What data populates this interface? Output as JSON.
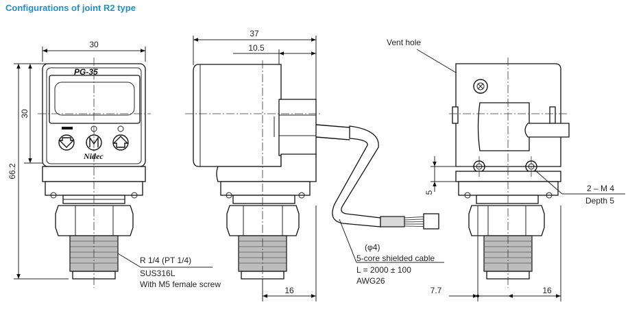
{
  "title": "Configurations of joint R2 type",
  "front_view": {
    "dim_width": "30",
    "dim_panel_height": "30",
    "dim_total_height": "66.2",
    "brand_model": "PG-35",
    "brand_logo": "Nidec",
    "thread_label": "R 1/4 (PT 1/4)",
    "material_label": "SUS316L",
    "screw_label": "With M5 female screw"
  },
  "side_view": {
    "dim_total_depth": "37",
    "dim_offset": "10.5",
    "dim_bottom": "16",
    "cable_diameter": "(φ4)",
    "cable_type": "5-core shielded cable",
    "cable_length": "L = 2000 ± 100",
    "cable_gauge": "AWG26"
  },
  "back_view": {
    "vent_hole_label": "Vent hole",
    "screw_spec": "2 – M 4",
    "screw_depth": "Depth 5",
    "dim_vertical": "5",
    "dim_left": "7.7",
    "dim_right": "16"
  },
  "icons": [
    "arrow-down-icon",
    "mode-icon",
    "arrow-up-icon"
  ]
}
